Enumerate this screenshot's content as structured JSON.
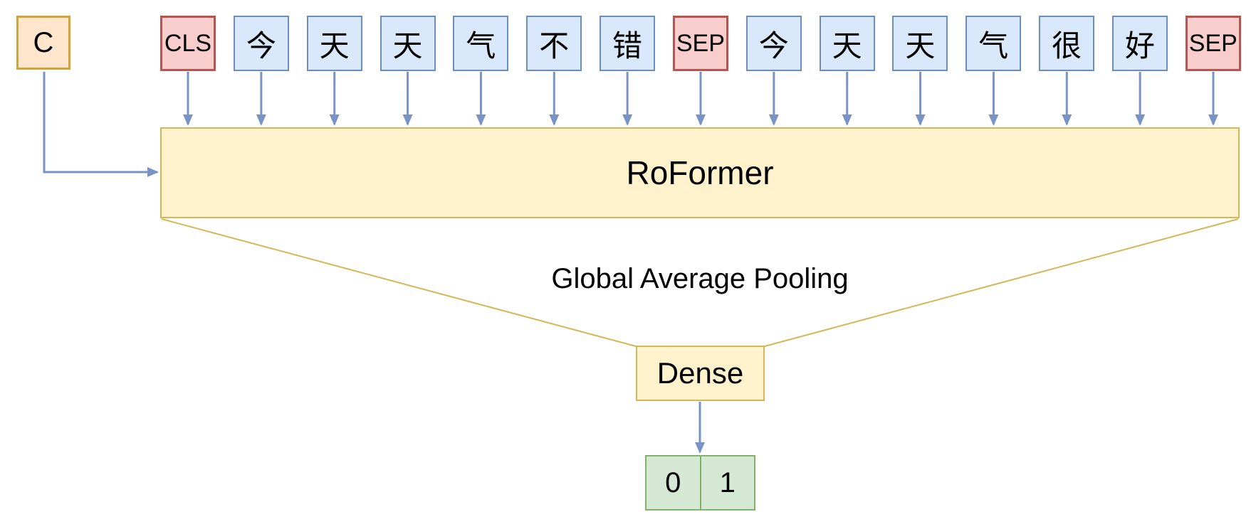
{
  "diagram": {
    "title": "RoFormer sentence-pair classification diagram",
    "c_box": {
      "label": "C"
    },
    "tokens": [
      {
        "label": "CLS",
        "type": "special"
      },
      {
        "label": "今",
        "type": "char"
      },
      {
        "label": "天",
        "type": "char"
      },
      {
        "label": "天",
        "type": "char"
      },
      {
        "label": "气",
        "type": "char"
      },
      {
        "label": "不",
        "type": "char"
      },
      {
        "label": "错",
        "type": "char"
      },
      {
        "label": "SEP",
        "type": "special"
      },
      {
        "label": "今",
        "type": "char"
      },
      {
        "label": "天",
        "type": "char"
      },
      {
        "label": "天",
        "type": "char"
      },
      {
        "label": "气",
        "type": "char"
      },
      {
        "label": "很",
        "type": "char"
      },
      {
        "label": "好",
        "type": "char"
      },
      {
        "label": "SEP",
        "type": "special"
      }
    ],
    "model": {
      "label": "RoFormer"
    },
    "pooling": {
      "label": "Global Average Pooling"
    },
    "dense": {
      "label": "Dense"
    },
    "output": {
      "cells": [
        "0",
        "1"
      ]
    },
    "colors": {
      "token_char_fill": "#dae8fc",
      "token_char_stroke": "#6c8ebf",
      "token_special_fill": "#f8cecc",
      "token_special_stroke": "#b85450",
      "c_fill": "#ffe6cc",
      "c_stroke": "#d2a437",
      "model_fill": "#fff2cc",
      "model_stroke": "#d6b656",
      "output_fill": "#d5e8d4",
      "output_stroke": "#82b366",
      "arrow": "#7a93c6"
    }
  }
}
